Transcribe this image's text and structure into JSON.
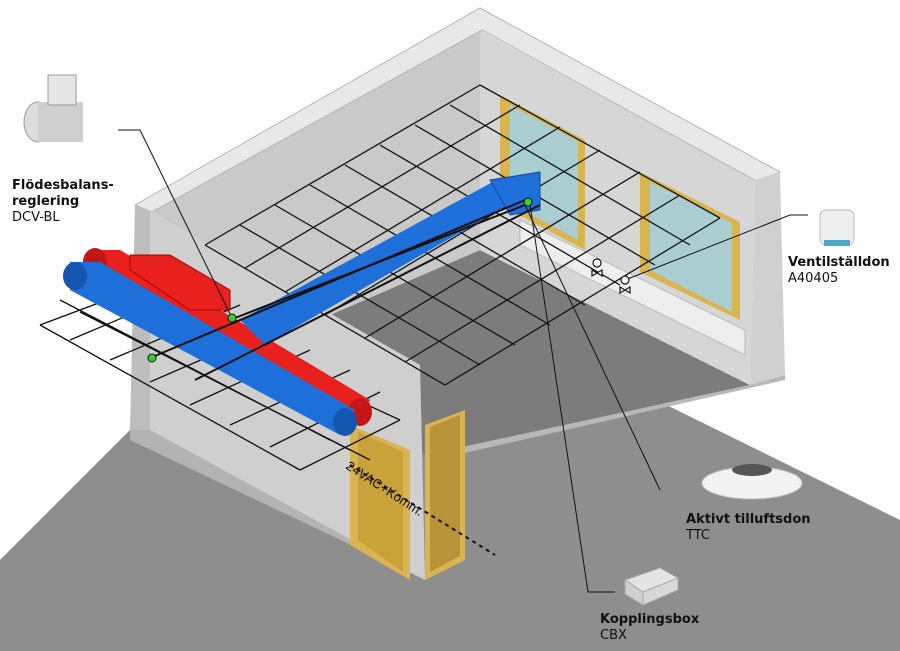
{
  "labels": {
    "dcv": {
      "title_line1": "Flödesbalans-",
      "title_line2": "reglering",
      "model": "DCV-BL"
    },
    "valve": {
      "title": "Ventilställdon",
      "model": "A40405"
    },
    "ttc": {
      "title": "Aktivt tilluftsdon",
      "model": "TTC"
    },
    "cbx": {
      "title": "Kopplingsbox",
      "model": "CBX"
    },
    "cable": "24VAC+Komm."
  },
  "colors": {
    "supply_duct": "#1e6fd9",
    "extract_duct": "#e8201e",
    "floor": "#8e8e8e",
    "wall_light": "#e3e3e3",
    "wall_mid": "#c9c9c9",
    "wall_dark": "#b0b0b0",
    "window_frame": "#d8b550",
    "window_glass": "#a9cdd0",
    "grid_line": "#111111",
    "node_green": "#2fd42f"
  }
}
